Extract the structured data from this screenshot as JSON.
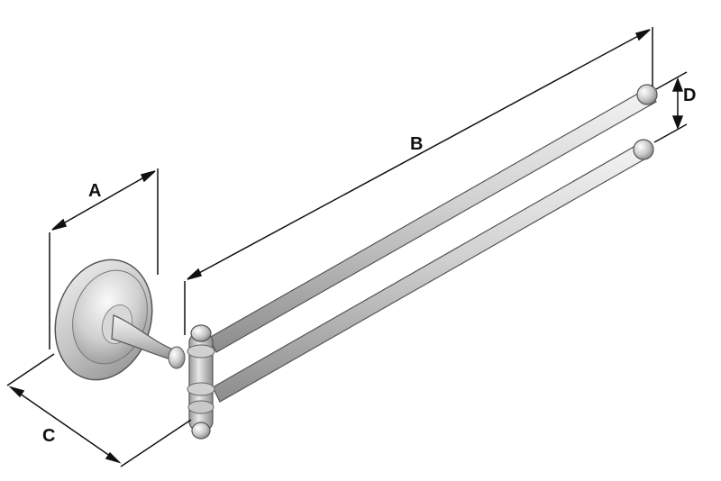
{
  "diagram": {
    "labels": {
      "a": "A",
      "b": "B",
      "c": "C",
      "d": "D"
    },
    "colors": {
      "line": "#111111",
      "metal_dark": "#8a8a8a",
      "metal_mid": "#c4c4c4",
      "metal_light": "#f2f2f2",
      "outline": "#555555"
    }
  }
}
